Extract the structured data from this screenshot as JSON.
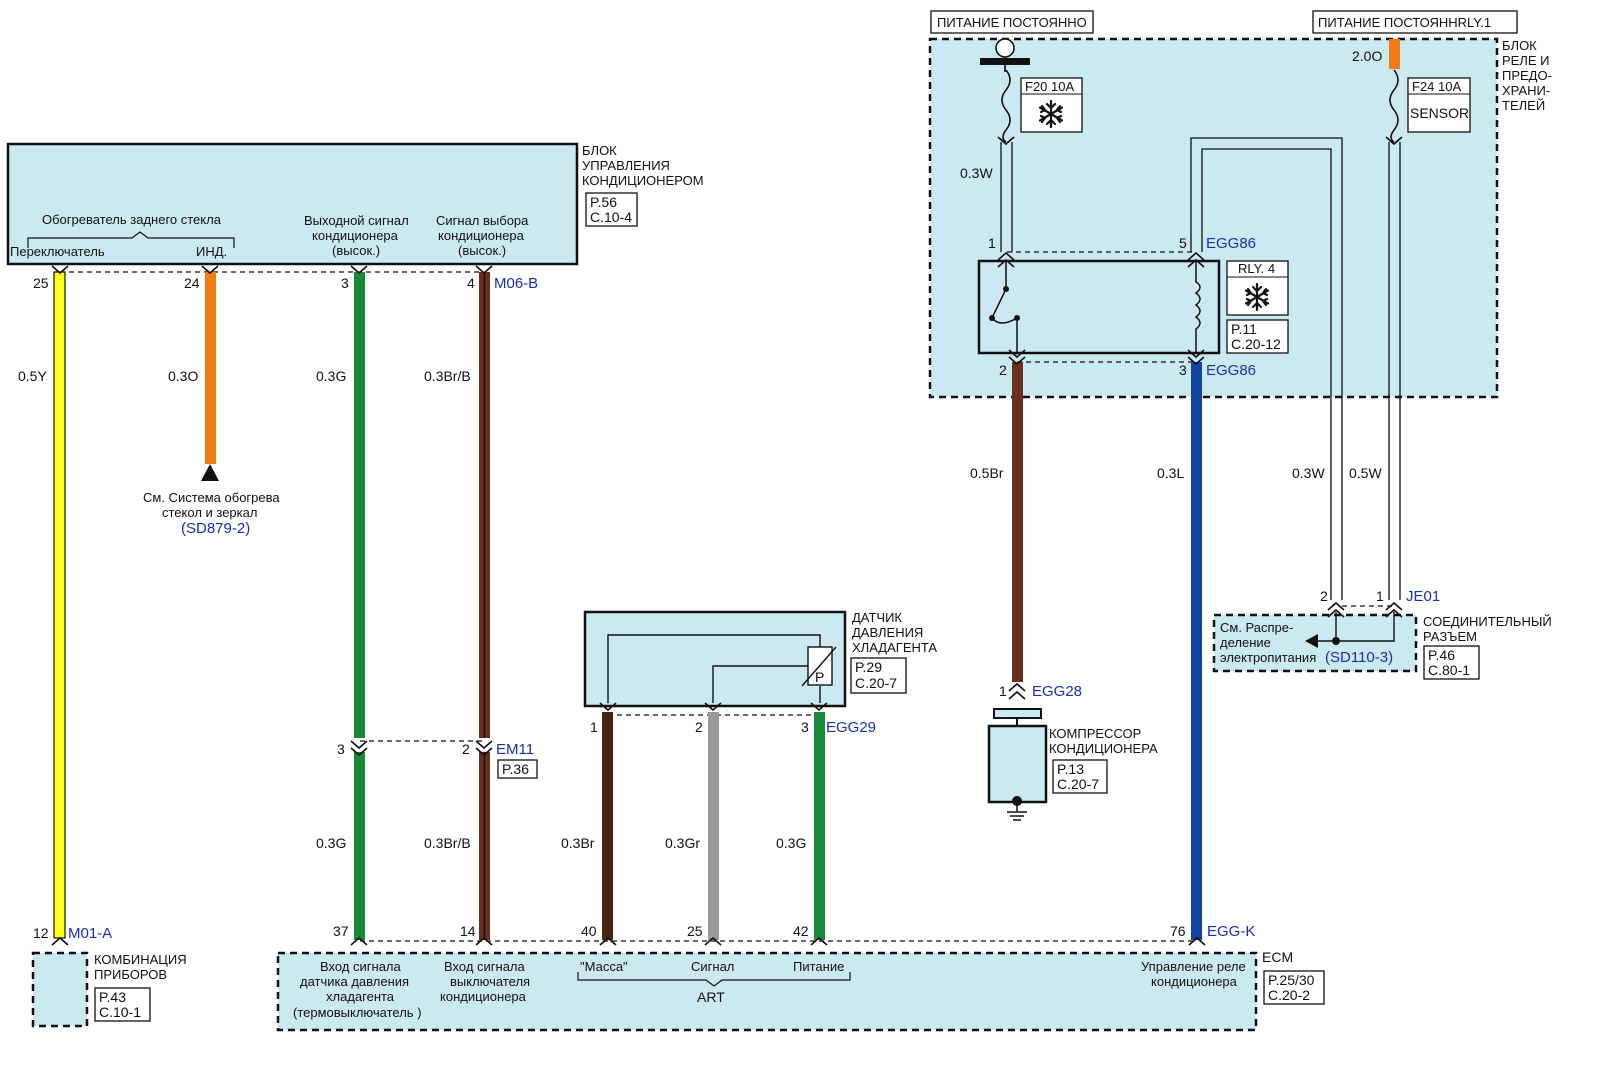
{
  "supply": {
    "const_label": "ПИТАНИЕ ПОСТОЯННО",
    "const_rly_label": "ПИТАНИЕ ПОСТОЯННRLY.1"
  },
  "relay_box": {
    "label_lines": [
      "БЛОК",
      "РЕЛЕ И",
      "ПРЕДО-",
      "ХРАНИ-",
      "ТЕЛЕЙ"
    ],
    "fuse1": "F20 10A",
    "fuse2": "F24 10A",
    "fuse2_text": "SENSOR",
    "fuse2_wire": "2.0O",
    "relay_name": "RLY. 4",
    "relay_ref": [
      "P.11",
      "C.20-12"
    ],
    "pin1": "1",
    "pin5": "5",
    "pin2": "2",
    "pin3": "3",
    "conn_top": "EGG86",
    "conn_bottom": "EGG86"
  },
  "ac_control": {
    "label_lines": [
      "БЛОК",
      "УПРАВЛЕНИЯ",
      "КОНДИЦИОНЕРОМ"
    ],
    "ref": [
      "P.56",
      "C.10-4"
    ],
    "group_label": "Обогреватель заднего стекла",
    "sub_switch": "Переключатель",
    "sub_ind": "ИНД.",
    "out_signal": [
      "Выходной сигнал",
      "кондиционера",
      "(высок.)"
    ],
    "select_signal": [
      "Сигнал выбора",
      "кондиционера",
      "(высок.)"
    ],
    "pins": [
      "25",
      "24",
      "3",
      "4"
    ],
    "connector": "M06-B"
  },
  "wires": {
    "w_yellow": "0.5Y",
    "w_orange": "0.3O",
    "w_green_top": "0.3G",
    "w_brown_top": "0.3Br/B",
    "w_green_bot": "0.3G",
    "w_brown_bot": "0.3Br/B",
    "w_art_br": "0.3Br",
    "w_art_gr": "0.3Gr",
    "w_art_g": "0.3G",
    "w_comp": "0.5Br",
    "w_blue": "0.3L",
    "w_top_left": "0.3W",
    "w_white_a": "0.3W",
    "w_white_b": "0.5W"
  },
  "defog_ref": {
    "lines": [
      "См. Система обогрева",
      "стекол и зеркал"
    ],
    "code": "(SD879-2)"
  },
  "em11": {
    "pin_a": "3",
    "pin_b": "2",
    "connector": "EM11",
    "ref": "P.36"
  },
  "sensor": {
    "label_lines": [
      "ДАТЧИК",
      "ДАВЛЕНИЯ",
      "ХЛАДАГЕНТА"
    ],
    "ref": [
      "P.29",
      "C.20-7"
    ],
    "symbol": "P",
    "pins": [
      "1",
      "2",
      "3"
    ],
    "connector": "EGG29"
  },
  "compressor": {
    "pin": "1",
    "connector": "EGG28",
    "label_lines": [
      "КОМПРЕССОР",
      "КОНДИЦИОНЕРА"
    ],
    "ref": [
      "P.13",
      "C.20-7"
    ]
  },
  "joint": {
    "pin2": "2",
    "pin1": "1",
    "connector": "JE01",
    "label_lines": [
      "СОЕДИНИТЕЛЬНЫЙ",
      "РАЗЪЕМ"
    ],
    "ref": [
      "P.46",
      "C.80-1"
    ],
    "note_lines": [
      "См. Распре-",
      "деление",
      "электропитания"
    ],
    "note_code": "(SD110-3)"
  },
  "cluster": {
    "pin": "12",
    "connector": "M01-A",
    "label_lines": [
      "КОМБИНАЦИЯ",
      "ПРИБОРОВ"
    ],
    "ref": [
      "P.43",
      "C.10-1"
    ]
  },
  "ecm": {
    "label": "ECM",
    "ref": [
      "P.25/30",
      "C.20-2"
    ],
    "pins": [
      "37",
      "14",
      "40",
      "25",
      "42",
      "76"
    ],
    "connector": "EGG-K",
    "in_pressure": [
      "Вход сигнала",
      "датчика давления",
      "хладагента",
      "(термовыключатель )"
    ],
    "in_switch": [
      "Вход сигнала",
      "выключателя",
      "кондиционера"
    ],
    "art_mass": "\"Масса\"",
    "art_signal": "Сигнал",
    "art_power": "Питание",
    "art_label": "ART",
    "relay_ctrl": [
      "Управление реле",
      "кондиционера"
    ]
  },
  "colors": {
    "panel": "#cbe9f0",
    "yellow": "#ffff1a",
    "orange": "#f47a14",
    "green": "#1a8a3a",
    "brown": "#6a2f1c",
    "dark_brown": "#4a2418",
    "gray": "#9a9a9a",
    "blue": "#12439e",
    "ref_blue": "#1a2fb0"
  }
}
